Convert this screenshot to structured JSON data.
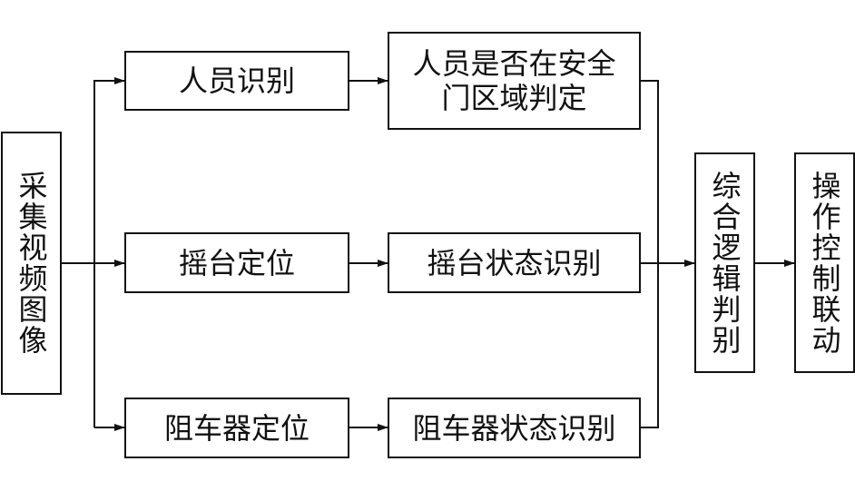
{
  "diagram": {
    "input": "采集视频图像",
    "rows": [
      {
        "detect": "人员识别",
        "judge": "人员是否在安全\n门区域判定"
      },
      {
        "detect": "摇台定位",
        "judge": "摇台状态识别"
      },
      {
        "detect": "阻车器定位",
        "judge": "阻车器状态识别"
      }
    ],
    "logic": "综合逻辑判别",
    "output": "操作控制联动"
  },
  "colors": {
    "line": "#111111",
    "background": "#ffffff"
  }
}
